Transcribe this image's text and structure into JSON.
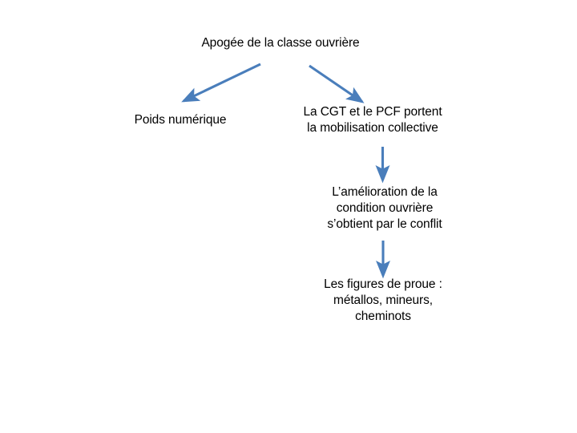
{
  "diagram": {
    "title_text": "Apogée de la classe ouvrière",
    "background_color": "#ffffff",
    "text_color": "#000000",
    "arrow_color": "#4A7EBB",
    "nodes": [
      {
        "id": "title",
        "label": "Apogée de la classe ouvrière",
        "role": "root"
      },
      {
        "id": "poids",
        "label": "Poids numérique",
        "role": "branch-left"
      },
      {
        "id": "cgt",
        "label": "La CGT et le PCF portent\nla mobilisation collective",
        "role": "branch-right"
      },
      {
        "id": "amelioration",
        "label": "L’amélioration de la\ncondition ouvrière\ns’obtient par le conflit",
        "role": "chain"
      },
      {
        "id": "figures",
        "label": "Les figures de proue :\nmétallos, mineurs,\ncheminots",
        "role": "chain"
      }
    ],
    "connectors": [
      {
        "id": "arrow-title-to-poids",
        "name": "arrow-down-left",
        "from": "title",
        "to": "poids",
        "direction": "down-left"
      },
      {
        "id": "arrow-title-to-cgt",
        "name": "arrow-down-right",
        "from": "title",
        "to": "cgt",
        "direction": "down-right"
      },
      {
        "id": "arrow-cgt-to-amelioration",
        "name": "arrow-down",
        "from": "cgt",
        "to": "amelioration",
        "direction": "down"
      },
      {
        "id": "arrow-amelioration-to-figures",
        "name": "arrow-down",
        "from": "amelioration",
        "to": "figures",
        "direction": "down"
      }
    ]
  }
}
